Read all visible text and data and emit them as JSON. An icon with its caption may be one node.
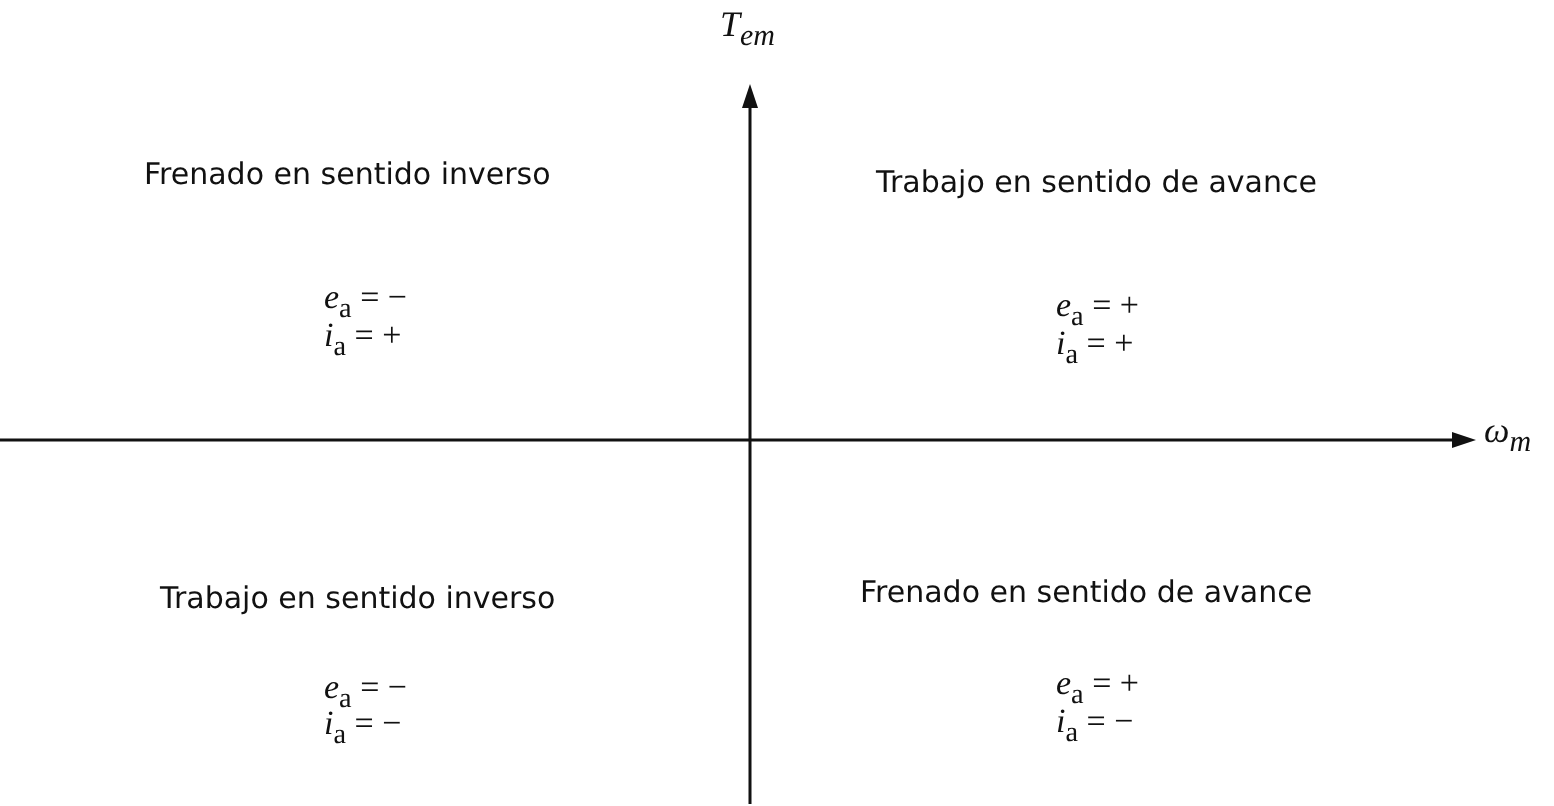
{
  "diagram": {
    "labels": [
      "T$_{em}$",
      "Frenado en sentido inverso",
      "*e*$_{a}$ = −",
      "*i*$_{a}$ = +",
      "Trabajo en sentido de avance",
      "*e*$_{a}$ = +",
      "*i*$_{a}$ = +",
      "ω$_{m}$",
      "Trabajo en sentido inverso",
      "*e*$_{a}$ = −",
      "*i*$_{a}$ = −",
      "Frenado en sentido de avance",
      "*e*$_{a}$ = +",
      "*i*$_{a}$ = −"
    ]
  }
}
